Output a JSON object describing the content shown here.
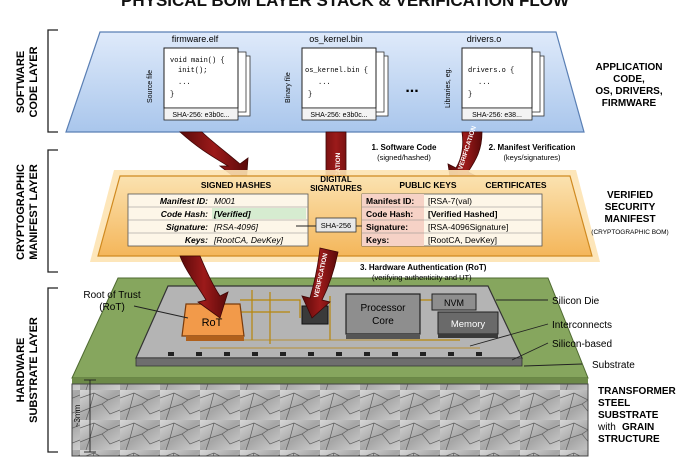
{
  "title": "PHYSICAL BOM LAYER STACK & VERIFICATION FLOW",
  "layers": {
    "software": [
      "SOFTWARE",
      "CODE LAYER"
    ],
    "crypto": [
      "CRYPTOGRAPHIC",
      "MANIFEST LAYER"
    ],
    "hardware": [
      "HARDWARE",
      "SUBSTRATE LAYER"
    ]
  },
  "right_labels": {
    "app": [
      "APPLICATION",
      "CODE,",
      "OS, DRIVERS,",
      "FIRMWARE"
    ],
    "manifest": [
      "VERIFIED",
      "SECURITY",
      "MANIFEST"
    ],
    "manifest_sub": "(CRYPTOGRAPHIC BOM)",
    "silicon_die": "Silicon Die",
    "interconnects": "Interconnects",
    "silicon_based": "Silicon-based",
    "substrate": "Substrate",
    "steel": [
      "TRANSFORMER",
      "STEEL",
      "SUBSTRATE"
    ],
    "steel_with": "with",
    "steel_grain": "GRAIN",
    "steel_struct": "STRUCTURE"
  },
  "files": [
    {
      "name": "firmware.elf",
      "side": "Source file",
      "code": [
        "void main() {",
        "init();",
        "...",
        "}"
      ],
      "hash": "SHA-256: e3b0c..."
    },
    {
      "name": "os_kernel.bin",
      "side": "Binary file",
      "code": [
        "os_kernel.bin {",
        "...",
        "}"
      ],
      "hash": "SHA-256: e3b0c..."
    },
    {
      "name": "drivers.o",
      "side": "Libraries, eg.",
      "code": [
        "drivers.o {",
        "...",
        "}"
      ],
      "hash": "SHA-256: e38..."
    }
  ],
  "ellipsis": "...",
  "flow": {
    "step1": "1. Software Code",
    "step1_sub": "(signed/hashed)",
    "step2": "2. Manifest Verification",
    "step2_sub": "(keys/signatures)",
    "step3": "3. Hardware Authentication (RoT)",
    "step3_sub": "(verifying authenticity and UT)",
    "verification": "VERIFICATION"
  },
  "manifest": {
    "signed_hashes": "SIGNED HASHES",
    "digital_signatures": [
      "DIGITAL",
      "SIGNATURES"
    ],
    "public_keys": "PUBLIC KEYS",
    "certificates": "CERTIFICATES",
    "sha_box": "SHA-256",
    "left_rows": [
      {
        "k": "Manifest ID:",
        "v": "M001"
      },
      {
        "k": "Code Hash:",
        "v": "[Verified]"
      },
      {
        "k": "Signature:",
        "v": "[RSA-4096]"
      },
      {
        "k": "Keys:",
        "v": "[RootCA, DevKey]"
      }
    ],
    "right_rows": [
      {
        "k": "Manifest ID:",
        "v": "[RSA-7(val)"
      },
      {
        "k": "Code Hash:",
        "v": "[Verified Hashed]"
      },
      {
        "k": "Signature:",
        "v": "[RSA-4096Signature]"
      },
      {
        "k": "Keys:",
        "v": "[RootCA, DevKey]"
      }
    ]
  },
  "hardware": {
    "rot_label": [
      "Root of Trust",
      "(RoT)"
    ],
    "rot_chip": "RoT",
    "processor": [
      "Processor",
      "Core"
    ],
    "nvm": "NVM",
    "memory": "Memory",
    "thickness": "~3mm"
  },
  "colors": {
    "arrow": "#7a1010",
    "software_plane": "#c8dcf4",
    "manifest_glow": "#f7c06a",
    "silicon": "#a9a9a9",
    "substrate": "#7fa05a"
  }
}
